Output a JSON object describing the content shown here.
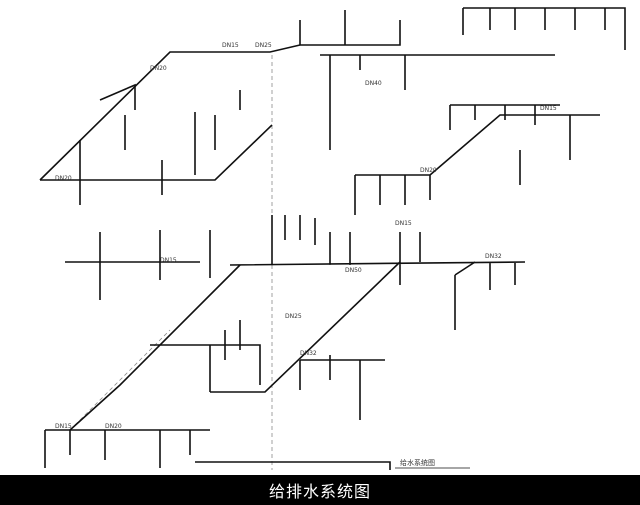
{
  "caption": "给排水系统图",
  "diagram_title": "给水系统图",
  "pipe_labels": [
    "DN20",
    "DN15",
    "DN25",
    "DN40",
    "DN32",
    "DN50"
  ],
  "colors": {
    "pipe": "#111111",
    "dash": "#8a8a8a",
    "caption_bg": "#000000",
    "caption_text": "#ffffff"
  }
}
